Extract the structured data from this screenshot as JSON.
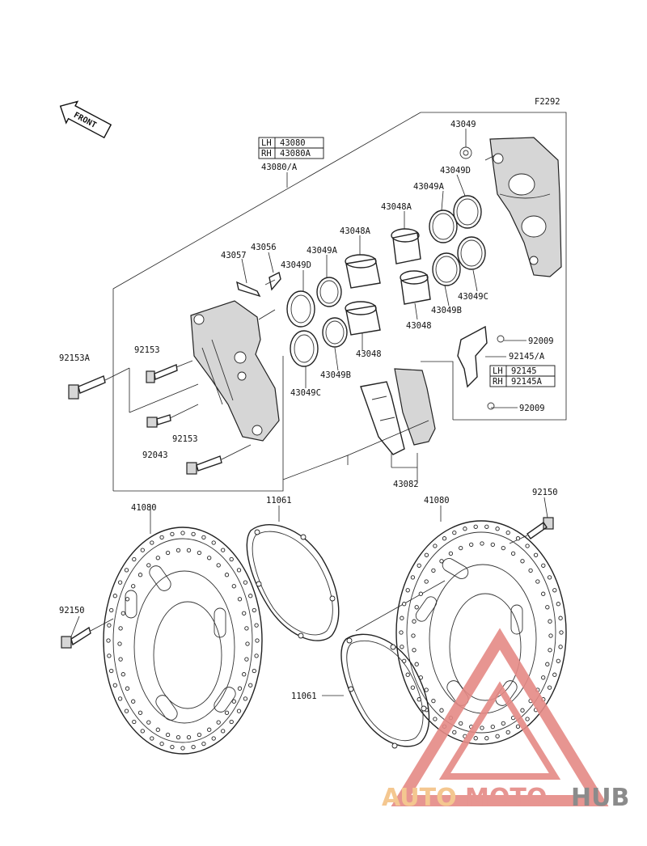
{
  "figure_code": "F2292",
  "front_label": "FRONT",
  "caliper_box": {
    "lh_prefix": "LH",
    "lh_part": "43080",
    "rh_prefix": "RH",
    "rh_part": "43080A",
    "assembly": "43080/A"
  },
  "bracket_box": {
    "lh_prefix": "LH",
    "lh_part": "92145",
    "rh_prefix": "RH",
    "rh_part": "92145A",
    "assembly": "92145/A"
  },
  "parts": {
    "p43049": "43049",
    "p43049d_right": "43049D",
    "p43049a_right": "43049A",
    "p43048a_right": "43048A",
    "p43049c_right": "43049C",
    "p43049b_right": "43049B",
    "p43048_right": "43048",
    "p43056": "43056",
    "p43048a_mid": "43048A",
    "p43057": "43057",
    "p43049a_mid": "43049A",
    "p43049d_mid": "43049D",
    "p43048_mid": "43048",
    "p43049b_mid": "43049B",
    "p43049c_mid": "43049C",
    "p92009_top": "92009",
    "p92009_bottom": "92009",
    "p92153a": "92153A",
    "p92153_top": "92153",
    "p92043": "92043",
    "p92153_bottom": "92153",
    "p43082": "43082",
    "p41080_left": "41080",
    "p11061_top": "11061",
    "p41080_right": "41080",
    "p92150_right": "92150",
    "p92150_left": "92150",
    "p11061_bottom": "11061"
  },
  "watermark": {
    "part1": "AUTO",
    "part2": "MOTO",
    "part3": "HUB"
  },
  "colors": {
    "watermark_orange": "#f3c184",
    "watermark_red": "#e58a86",
    "watermark_gray": "#7f7f7f",
    "line": "#222222"
  }
}
